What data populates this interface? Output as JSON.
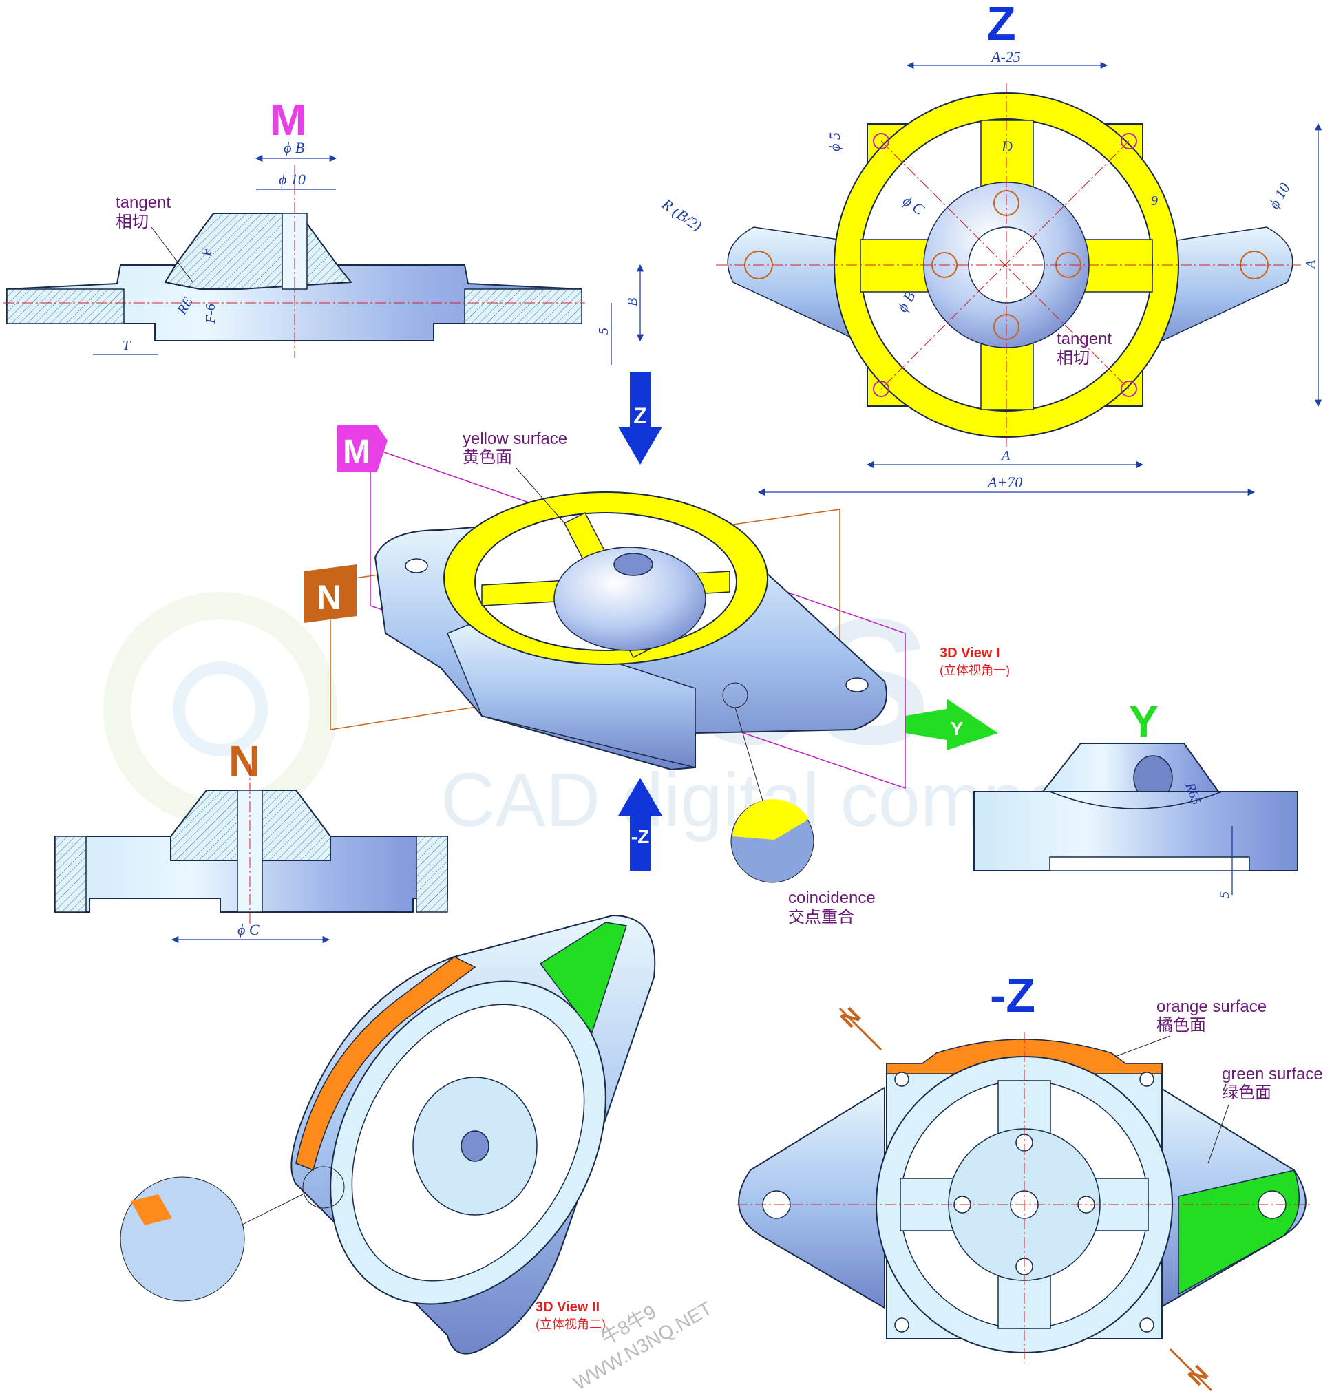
{
  "views": {
    "m": "M",
    "n": "N",
    "y": "Y",
    "z": "Z",
    "neg_z": "-Z",
    "arrow_z": "Z",
    "arrow_neg_z": "-Z",
    "arrow_y": "Y",
    "cut_m": "M",
    "cut_n": "N",
    "cut_n_top": "N",
    "cut_n_bottom": "N"
  },
  "colors": {
    "magenta": "#e93fe6",
    "orange": "#c8651b",
    "blue": "#1035d8",
    "green": "#22dd22",
    "yellow": "#ffff00",
    "dim": "#1f3fa8",
    "note": "#6a1b78"
  },
  "dims_m": {
    "phiB": "ϕ B",
    "phi10": "ϕ 10",
    "F": "F",
    "F6": "F-6",
    "RE": "RE",
    "T": "T",
    "B": "B",
    "five": "5"
  },
  "dims_z": {
    "a25": "A-25",
    "phi5": "ϕ 5",
    "D": "D",
    "phiC": "ϕ C",
    "nine": "9",
    "phi10": "ϕ 10",
    "RB2": "R (B/2)",
    "A_right": "A",
    "phiB": "ϕ B",
    "A_bottom": "A",
    "a70": "A+70"
  },
  "dims_n": {
    "phiC": "ϕ C"
  },
  "dims_y": {
    "r65": "R65",
    "five": "5"
  },
  "notes": {
    "tangent_en": "tangent",
    "tangent_cn": "相切",
    "tangent2_en": "tangent",
    "tangent2_cn": "相切",
    "yellow_en": "yellow surface",
    "yellow_cn": "黄色面",
    "coinc_en": "coincidence",
    "coinc_cn": "交点重合",
    "orange_en": "orange surface",
    "orange_cn": "橘色面",
    "green_en": "green surface",
    "green_cn": "绿色面"
  },
  "view_labels": {
    "v1_en": "3D View I",
    "v1_cn": "(立体视角一)",
    "v2_en": "3D View II",
    "v2_cn": "(立体视角二)"
  },
  "watermark": {
    "main": "TICS",
    "sub": "CAD digital company",
    "site": "WWW.N3NQ.NET",
    "site_cn": "牛8牛9"
  }
}
